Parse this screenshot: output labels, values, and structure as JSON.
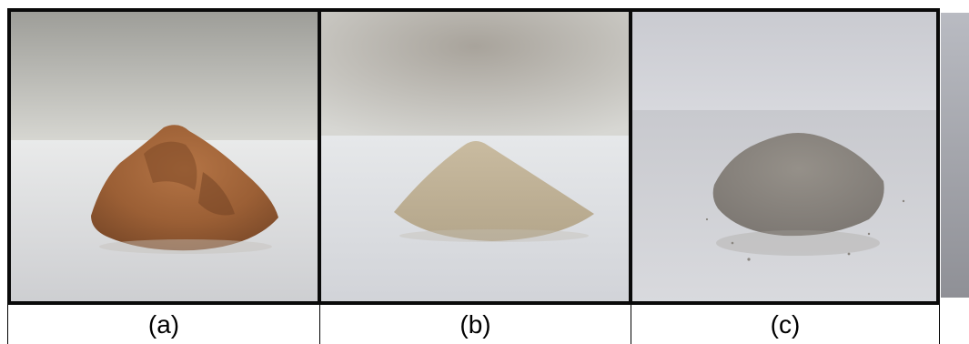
{
  "panels": [
    {
      "id": "a",
      "caption": "(a)",
      "subject": "reddish-brown-powder-pile",
      "color": "#a8683c"
    },
    {
      "id": "b",
      "caption": "(b)",
      "subject": "beige-sand-cone",
      "color": "#cbbd9f"
    },
    {
      "id": "c",
      "caption": "(c)",
      "subject": "grey-powder-pile",
      "color": "#8e8882"
    }
  ],
  "colors": {
    "frame": "#0a0a0a",
    "background": "#ffffff"
  }
}
